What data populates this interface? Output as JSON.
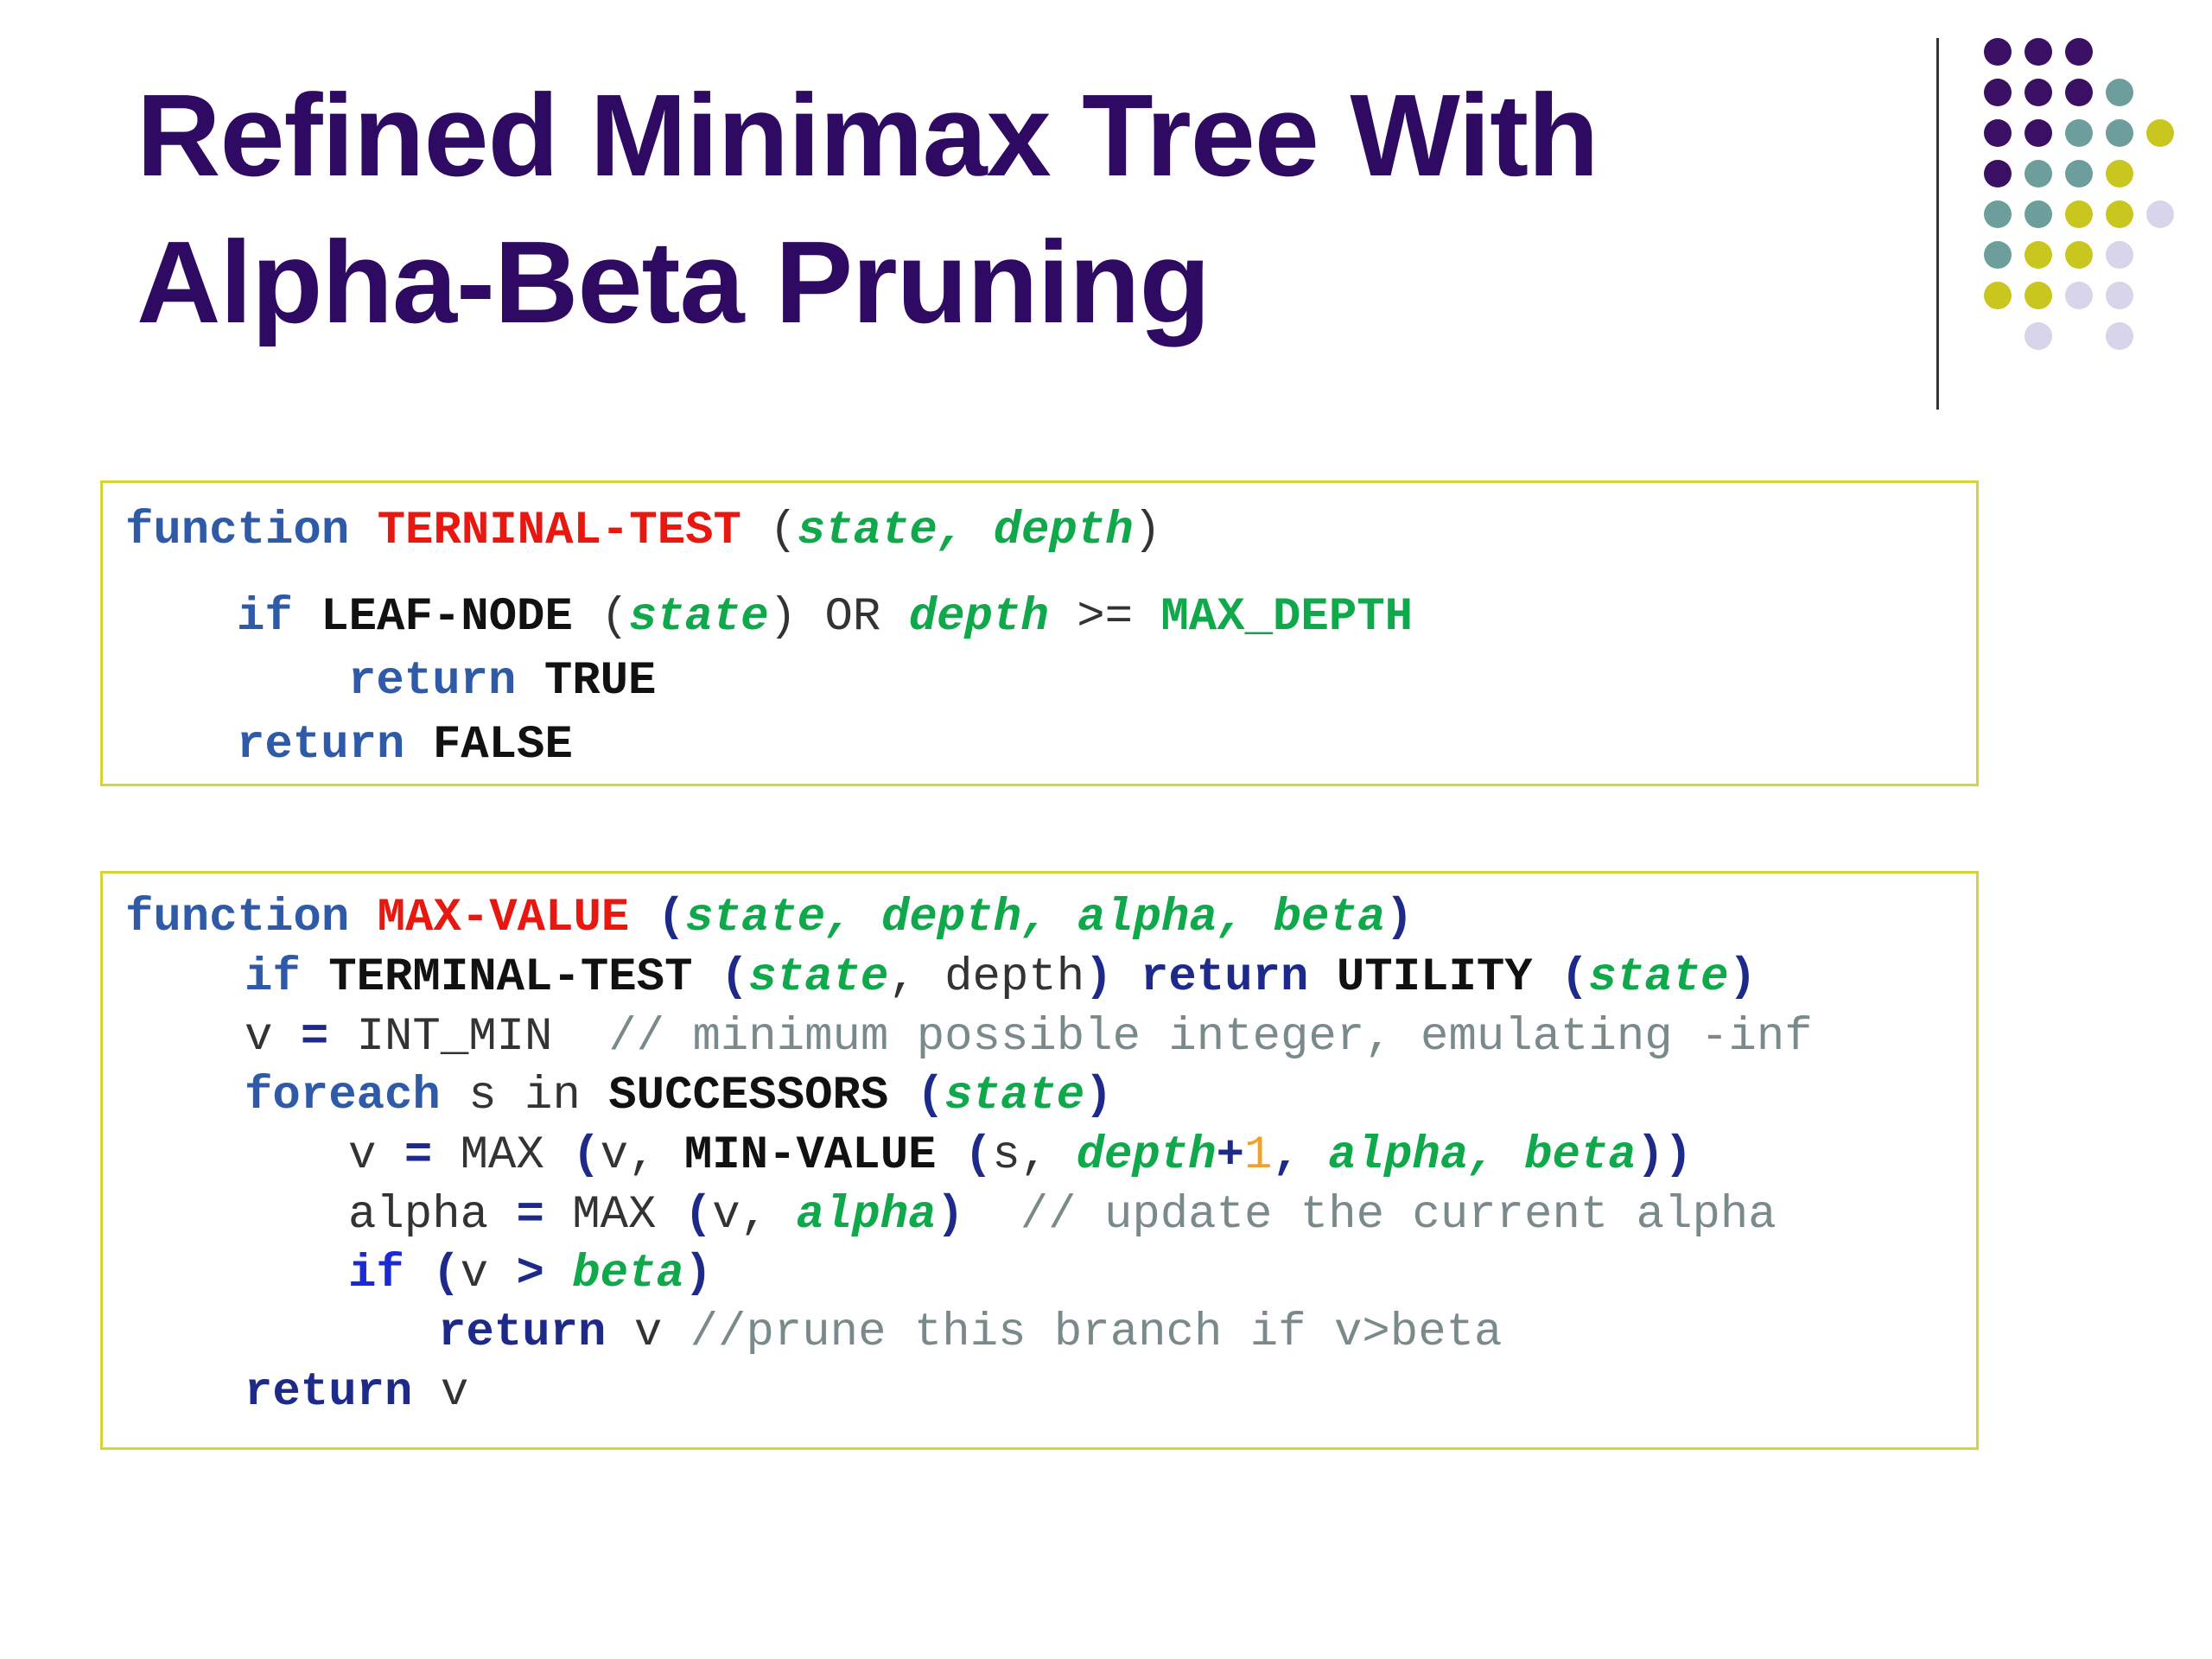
{
  "slide": {
    "title_line1": "Refined Minimax Tree With",
    "title_line2": "Alpha-Beta Pruning"
  },
  "box1": {
    "l1": [
      "function",
      "TERNINAL-TEST",
      "(",
      "state,",
      "depth",
      ")"
    ],
    "l2": [
      "if",
      "LEAF-NODE",
      "(",
      "state",
      ")",
      "OR",
      "depth",
      ">=",
      "MAX_DEPTH"
    ],
    "l3": [
      "return",
      "TRUE"
    ],
    "l4": [
      "return",
      "FALSE"
    ]
  },
  "box2": {
    "l1": [
      "function",
      "MAX-VALUE",
      "(",
      "state,",
      "depth,",
      "alpha,",
      "beta",
      ")"
    ],
    "l2": [
      "if",
      "TERMINAL-TEST",
      "(",
      "state",
      ",",
      "depth",
      ")",
      "return",
      "UTILITY",
      "(",
      "state",
      ")"
    ],
    "l3": [
      "v",
      "=",
      "INT_MIN",
      "// minimum possible integer, emulating -inf"
    ],
    "l4": [
      "foreach",
      "s in",
      "SUCCESSORS",
      "(",
      "state",
      ")"
    ],
    "l5": [
      "v",
      "=",
      "MAX",
      "(",
      "v,",
      "MIN-VALUE",
      "(",
      "s,",
      "depth",
      "+",
      "1",
      ",",
      "alpha,",
      "beta",
      "))"
    ],
    "l6": [
      "alpha",
      "=",
      "MAX",
      "(",
      "v,",
      "alpha",
      ")",
      "// update the current alpha"
    ],
    "l7": [
      "if",
      "(",
      "v",
      ">",
      "beta",
      ")"
    ],
    "l8": [
      "return",
      "v",
      "//prune this branch if v>beta"
    ],
    "l9": [
      "return",
      "v"
    ]
  },
  "colors": {
    "title": "#2e0a63",
    "box_border": "#d6d339",
    "dot_purple": "#3b0f63",
    "dot_teal": "#6e9e9c",
    "dot_yellow": "#c9c61f",
    "dot_lavender": "#d8d4ea"
  }
}
